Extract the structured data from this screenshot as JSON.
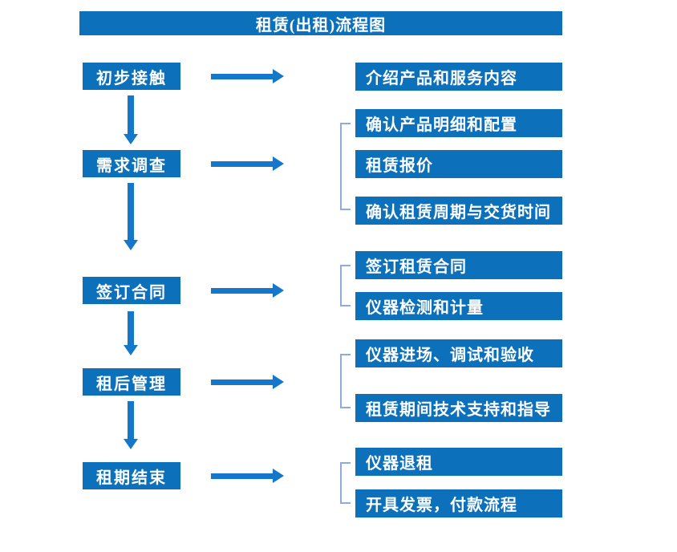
{
  "title": "租赁(出租)流程图",
  "colors": {
    "box_blue": "#0c70bb",
    "arrow_blue": "#1577c9",
    "bracket_blue": "#8faadc",
    "text_color": "#ffffff"
  },
  "flow": {
    "steps": [
      {
        "label": "初步接触",
        "outputs": [
          "介绍产品和服务内容"
        ]
      },
      {
        "label": "需求调查",
        "outputs": [
          "确认产品明细和配置",
          "租赁报价",
          "确认租赁周期与交货时间"
        ]
      },
      {
        "label": "签订合同",
        "outputs": [
          "签订租赁合同",
          "仪器检测和计量"
        ]
      },
      {
        "label": "租后管理",
        "outputs": [
          "仪器进场、调试和验收",
          "租赁期间技术支持和指导"
        ]
      },
      {
        "label": "租期结束",
        "outputs": [
          "仪器退租",
          "开具发票，付款流程"
        ]
      }
    ]
  }
}
